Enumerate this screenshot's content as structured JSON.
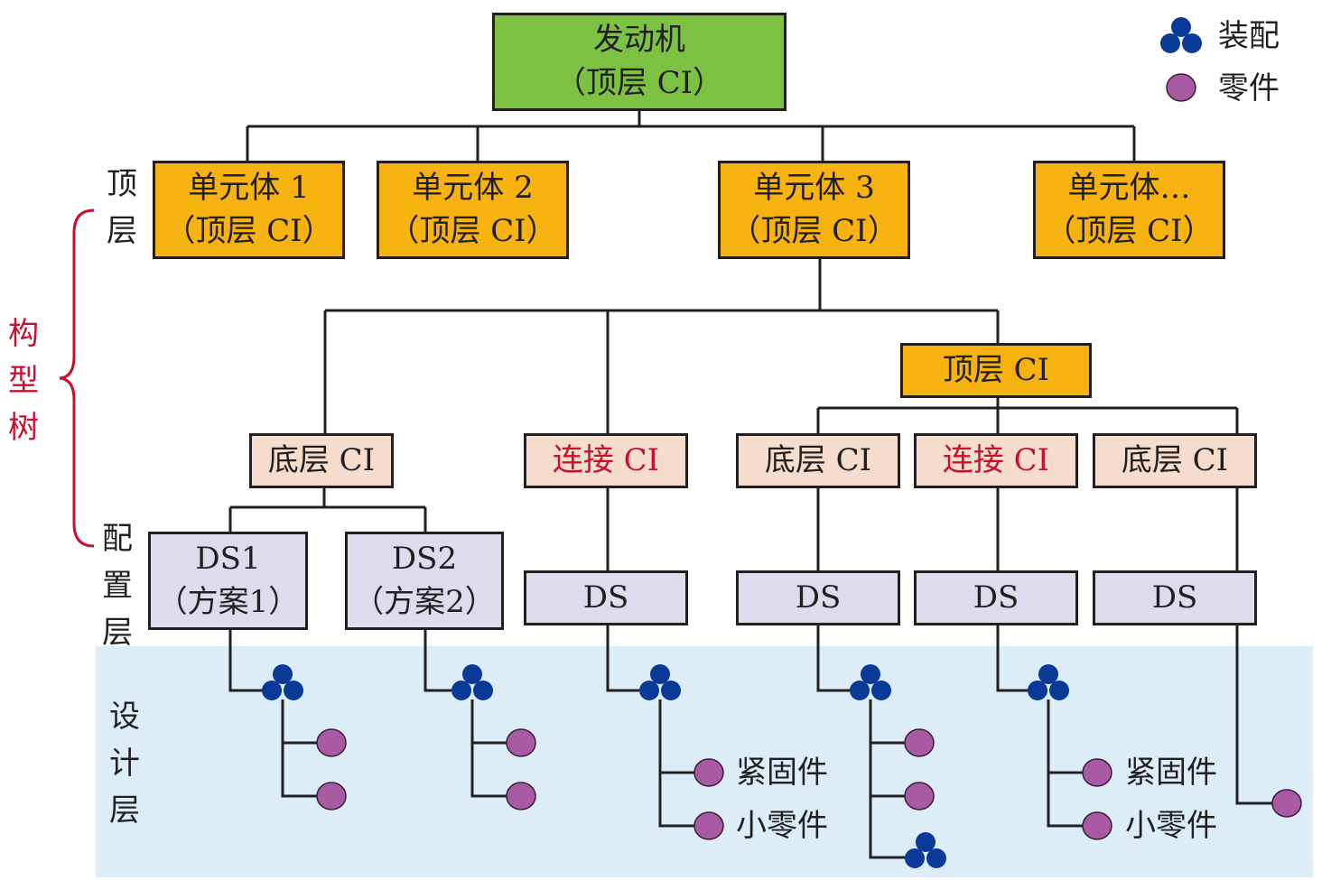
{
  "legend": {
    "assembly": "装配",
    "part": "零件"
  },
  "side_labels": {
    "top_layer": [
      "顶",
      "层"
    ],
    "tree": [
      "构",
      "型",
      "树"
    ],
    "config_layer": [
      "配",
      "置",
      "层"
    ],
    "design_layer": [
      "设",
      "计",
      "层"
    ]
  },
  "nodes": {
    "engine": [
      "发动机",
      "（顶层 CI）"
    ],
    "unit1": [
      "单元体 1",
      "（顶层 CI）"
    ],
    "unit2": [
      "单元体 2",
      "（顶层 CI）"
    ],
    "unit3": [
      "单元体 3",
      "（顶层 CI）"
    ],
    "unit_more": [
      "单元体…",
      "（顶层 CI）"
    ],
    "top_ci": "顶层 CI",
    "bottom_ci_1": "底层 CI",
    "connect_ci_1": "连接 CI",
    "bottom_ci_2": "底层 CI",
    "connect_ci_2": "连接 CI",
    "bottom_ci_3": "底层 CI",
    "ds1": [
      "DS1",
      "（方案1）"
    ],
    "ds2": [
      "DS2",
      "（方案2）"
    ],
    "ds_a": "DS",
    "ds_b": "DS",
    "ds_c": "DS",
    "ds_d": "DS"
  },
  "part_labels": {
    "fastener_1": "紧固件",
    "small_part_1": "小零件",
    "fastener_2": "紧固件",
    "small_part_2": "小零件"
  },
  "colors": {
    "engine": "#7dc142",
    "top_ci": "#f6b20e",
    "bottom_ci": "#f6dccc",
    "design_solution": "#dedbec",
    "assembly_icon": "#0a3a97",
    "part_icon": "#a85aa3",
    "brace": "#c8102e",
    "design_band": "#dcedf8"
  },
  "icons": {
    "assembly": "three-blue-circles-icon",
    "part": "purple-circle-icon"
  }
}
